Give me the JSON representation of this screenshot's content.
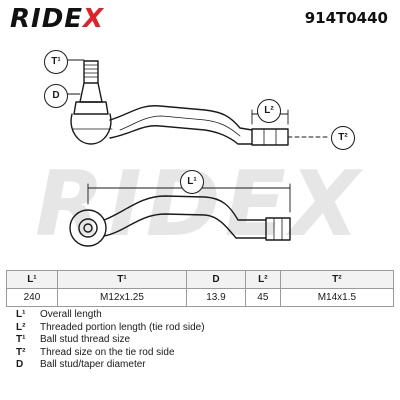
{
  "header": {
    "brand_main": "RIDE",
    "brand_x": "X",
    "part_number": "914T0440"
  },
  "watermark": "RIDEX",
  "callouts": {
    "t1": "T¹",
    "d": "D",
    "l2": "L²",
    "t2": "T²",
    "l1": "L¹"
  },
  "table": {
    "headers": [
      "L¹",
      "T¹",
      "D",
      "L²",
      "T²"
    ],
    "values": [
      "240",
      "M12x1.25",
      "13.9",
      "45",
      "M14x1.5"
    ]
  },
  "legend": [
    {
      "key": "L¹",
      "text": "Overall length"
    },
    {
      "key": "L²",
      "text": "Threaded portion length (tie rod side)"
    },
    {
      "key": "T¹",
      "text": "Ball stud thread size"
    },
    {
      "key": "T²",
      "text": "Thread size on the tie rod side"
    },
    {
      "key": "D",
      "text": "Ball stud/taper diameter"
    }
  ],
  "colors": {
    "brand_accent": "#e0222a",
    "line": "#1a1a1a",
    "watermark": "#e6e6e6"
  }
}
